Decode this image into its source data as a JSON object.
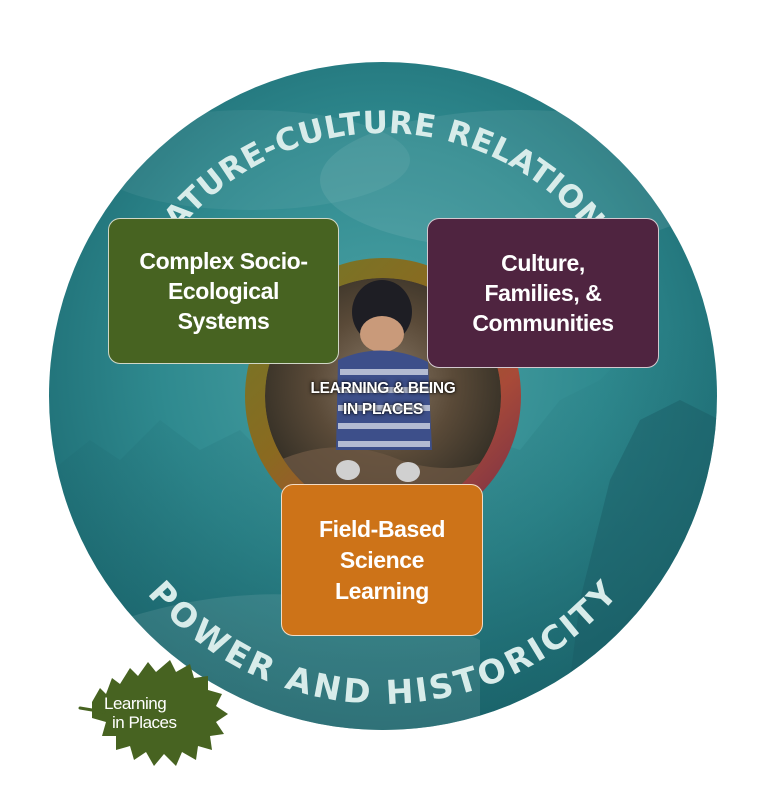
{
  "ring": {
    "top_label": "NATURE-CULTURE RELATIONS",
    "bottom_label": "POWER AND HISTORICITY",
    "color": "#2f8a8f"
  },
  "center": {
    "label": "LEARNING & BEING\nIN PLACES"
  },
  "boxes": {
    "ecological": {
      "label": "Complex Socio-\nEcological\nSystems",
      "color": "#476321"
    },
    "culture": {
      "label": "Culture,\nFamilies, &\nCommunities",
      "color": "#4f2440"
    },
    "field": {
      "label": "Field-Based\nScience\nLearning",
      "color": "#cd7318"
    }
  },
  "logo": {
    "line1": "Learning",
    "line2": "in Places",
    "color": "#476321"
  }
}
